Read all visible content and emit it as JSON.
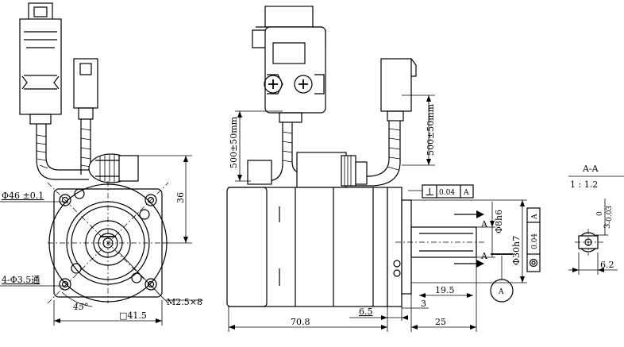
{
  "front_view": {
    "dim_pcd": "Φ46  ±0.1",
    "dim_holes": "4-Φ3.5通",
    "dim_angle": "45°",
    "dim_flange": "□41.5",
    "dim_thread": "M2.5×8",
    "dim_height": "36"
  },
  "side_view": {
    "cable_length_1": "500±50mm",
    "cable_length_2": "500±50mm",
    "perp_symbol": "⊥",
    "perp_tol": "0.04",
    "perp_datum": "A",
    "dim_shaft": "Φ8h6",
    "dim_pilot": "Φ30h7",
    "runout_tol": "0.04",
    "runout_datum": "A",
    "section_mark_top": "A",
    "section_mark_bottom": "A",
    "dim_key": "19.5",
    "dim_pilot_len": "3",
    "dim_flange_thk": "6.5",
    "dim_body": "70.8",
    "dim_shaft_len": "25",
    "datum_label": "A"
  },
  "section_view": {
    "title": "A-A",
    "scale": "1 : 1.2",
    "tol_upper": "0",
    "tol_lower": "-0.03",
    "dim_flat_base": "3",
    "dim_flat": "6.2"
  }
}
